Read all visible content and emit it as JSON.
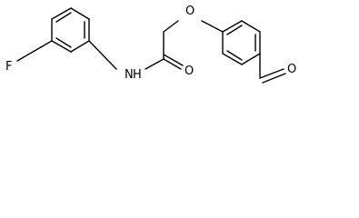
{
  "molecule": {
    "atoms": [
      {
        "id": "f",
        "label": "F"
      },
      {
        "id": "n",
        "label": "N"
      },
      {
        "id": "h",
        "label": "H"
      },
      {
        "id": "o1",
        "label": "O"
      },
      {
        "id": "o2",
        "label": "O"
      },
      {
        "id": "o3",
        "label": "O"
      }
    ]
  }
}
